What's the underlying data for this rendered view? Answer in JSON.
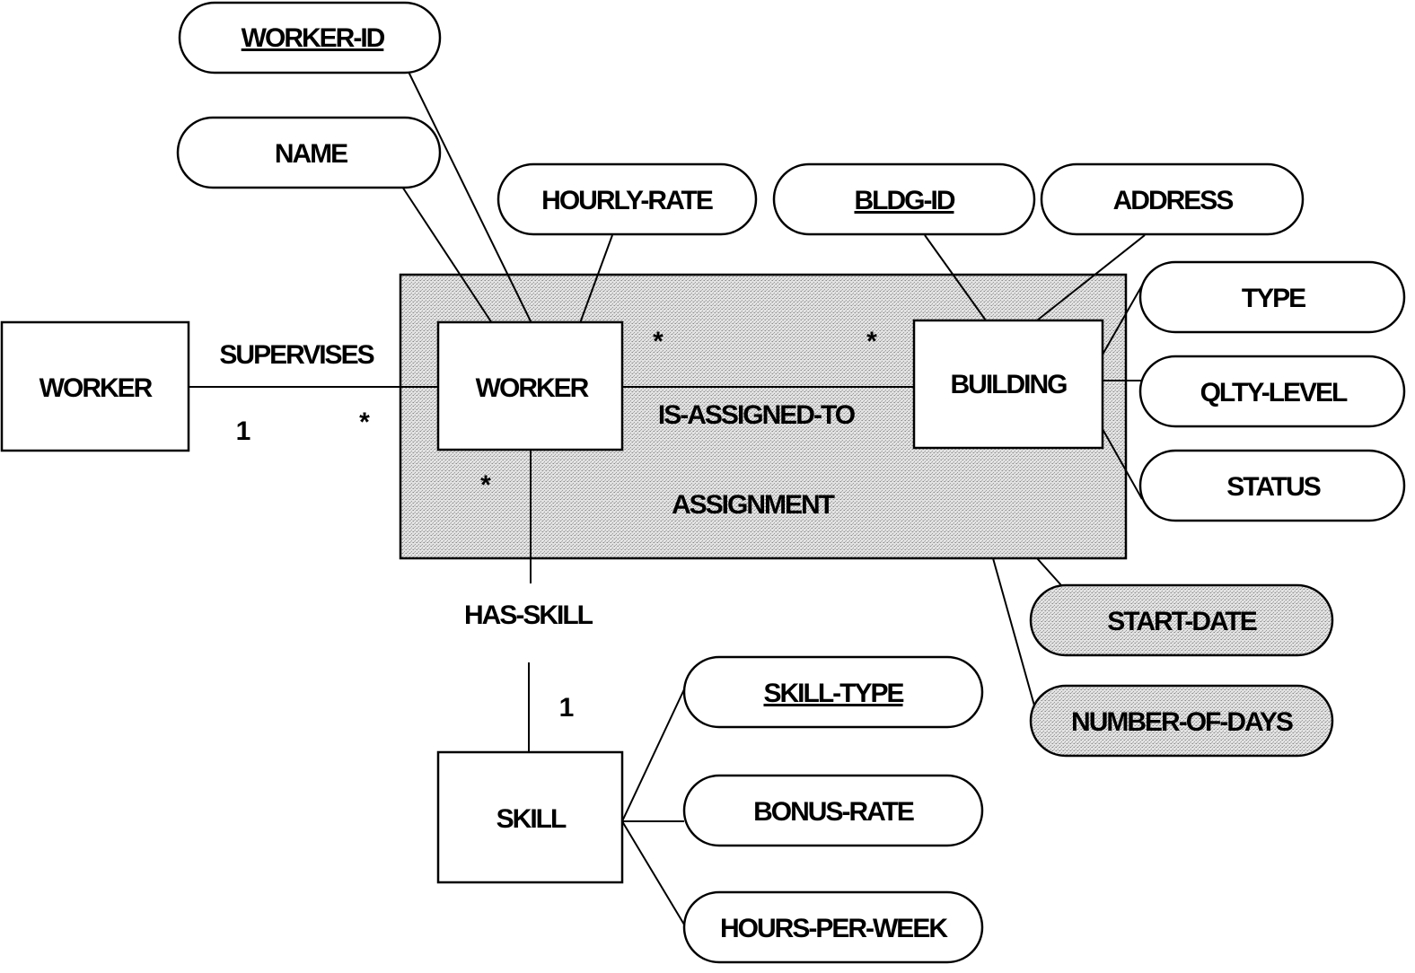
{
  "entities": {
    "worker_supervisor": "WORKER",
    "worker": "WORKER",
    "building": "BUILDING",
    "skill": "SKILL"
  },
  "aggregate": {
    "label": "ASSIGNMENT"
  },
  "relationships": {
    "supervises": "SUPERVISES",
    "is_assigned_to": "IS-ASSIGNED-TO",
    "has_skill": "HAS-SKILL"
  },
  "attributes": {
    "worker_id": "WORKER-ID",
    "name": "NAME",
    "hourly_rate": "HOURLY-RATE",
    "bldg_id": "BLDG-ID",
    "address": "ADDRESS",
    "type": "TYPE",
    "qlty_level": "QLTY-LEVEL",
    "status": "STATUS",
    "start_date": "START-DATE",
    "number_of_days": "NUMBER-OF-DAYS",
    "skill_type": "SKILL-TYPE",
    "bonus_rate": "BONUS-RATE",
    "hours_per_week": "HOURS-PER-WEEK"
  },
  "cardinalities": {
    "supervises_one": "1",
    "supervises_many": "*",
    "assigned_worker": "*",
    "assigned_building": "*",
    "has_skill_worker": "*",
    "has_skill_one": "1"
  },
  "colors": {
    "line": "#000000",
    "fill": "#ffffff",
    "shading": "#c8c8c8"
  }
}
